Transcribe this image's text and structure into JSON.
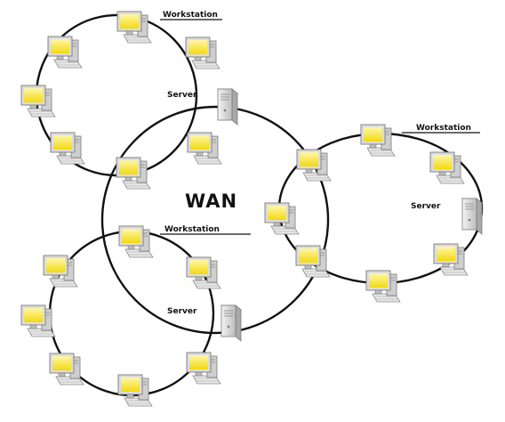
{
  "wan_label": "WAN",
  "ring_top": {
    "workstation_label": "Workstation",
    "server_label": "Server"
  },
  "ring_right": {
    "workstation_label": "Workstation",
    "server_label": "Server"
  },
  "ring_bottom": {
    "workstation_label": "Workstation",
    "server_label": "Server"
  },
  "colors": {
    "screen": "#f5e21c",
    "monitor_frame": "#dcdcdc",
    "device_outline": "#8a8a8a",
    "link": "#111111",
    "server_body": "#e4e4e4"
  }
}
